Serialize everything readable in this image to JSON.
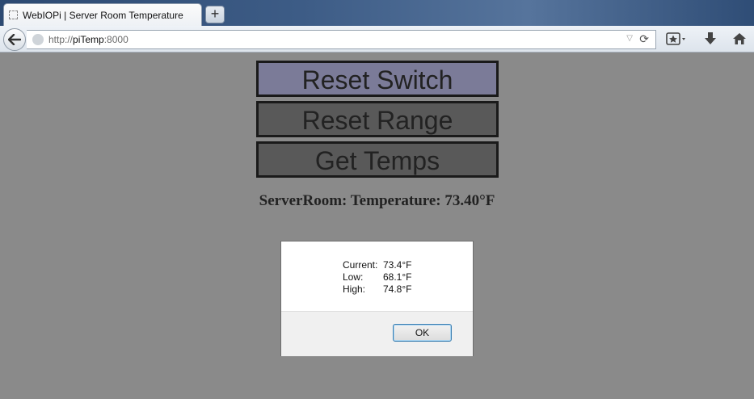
{
  "browser": {
    "tab_title": "WebIOPi | Server Room Temperature",
    "new_tab_label": "+",
    "url_scheme": "http://",
    "url_host": "piTemp",
    "url_port": ":8000"
  },
  "page": {
    "buttons": [
      {
        "label": "Reset Switch",
        "active": true
      },
      {
        "label": "Reset Range",
        "active": false
      },
      {
        "label": "Get Temps",
        "active": false
      }
    ],
    "status_text": "ServerRoom: Temperature: 73.40°F"
  },
  "dialog": {
    "rows": [
      {
        "label": "Current:",
        "value": "73.4°F"
      },
      {
        "label": "Low:",
        "value": "68.1°F"
      },
      {
        "label": "High:",
        "value": "74.8°F"
      }
    ],
    "ok_label": "OK"
  },
  "colors": {
    "page_background": "#8a8a8a",
    "active_button": "#7b7b98",
    "button": "#595959"
  }
}
